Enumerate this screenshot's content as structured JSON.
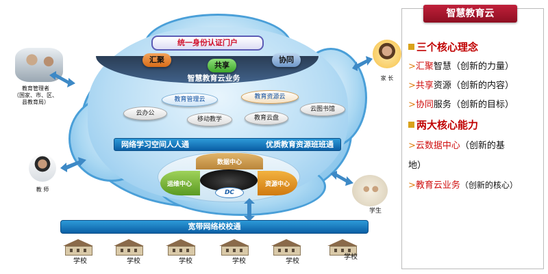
{
  "diagram": {
    "portal": "统一身份认证门户",
    "pills": [
      "汇聚",
      "共享",
      "协同"
    ],
    "cloud_service": "智慧教育云业务",
    "clouds": [
      "教育管理云",
      "教育资源云"
    ],
    "apps": [
      "云办公",
      "移动教学",
      "教育云盘",
      "云图书馆"
    ],
    "bar_left": "网络学习空间人人通",
    "bar_right": "优质教育资源班班通",
    "dc_top": "数据中心",
    "dc_left": "运维中心",
    "dc_right": "资源中心",
    "dc_logo": "DC",
    "network": "宽带网络校校通",
    "actors": {
      "admin": "教育管理者\n（国家、市、区、\n县教育局）",
      "teacher": "教 师",
      "parent": "家 长",
      "student": "学生"
    },
    "schools": [
      "学校",
      "学校",
      "学校",
      "学校",
      "学校",
      "学校"
    ]
  },
  "panel": {
    "title": "智慧教育云",
    "section1": "三个核心理念",
    "ideas": [
      {
        "key": "汇聚",
        "word": "智慧",
        "note": "（创新的力量）"
      },
      {
        "key": "共享",
        "word": "资源",
        "note": "（创新的内容）"
      },
      {
        "key": "协同",
        "word": "服务",
        "note": "（创新的目标）"
      }
    ],
    "section2": "两大核心能力",
    "cap1_key": "云数据中心",
    "cap1_note": "（创新的基",
    "cap1_note2": "地）",
    "cap2_key": "教育云业务",
    "cap2_note": "（创新的核心）"
  },
  "colors": {
    "accent_red": "#c00000",
    "bar_blue": "#0b5fa5",
    "cloud_blue": "#6fb6e6"
  }
}
